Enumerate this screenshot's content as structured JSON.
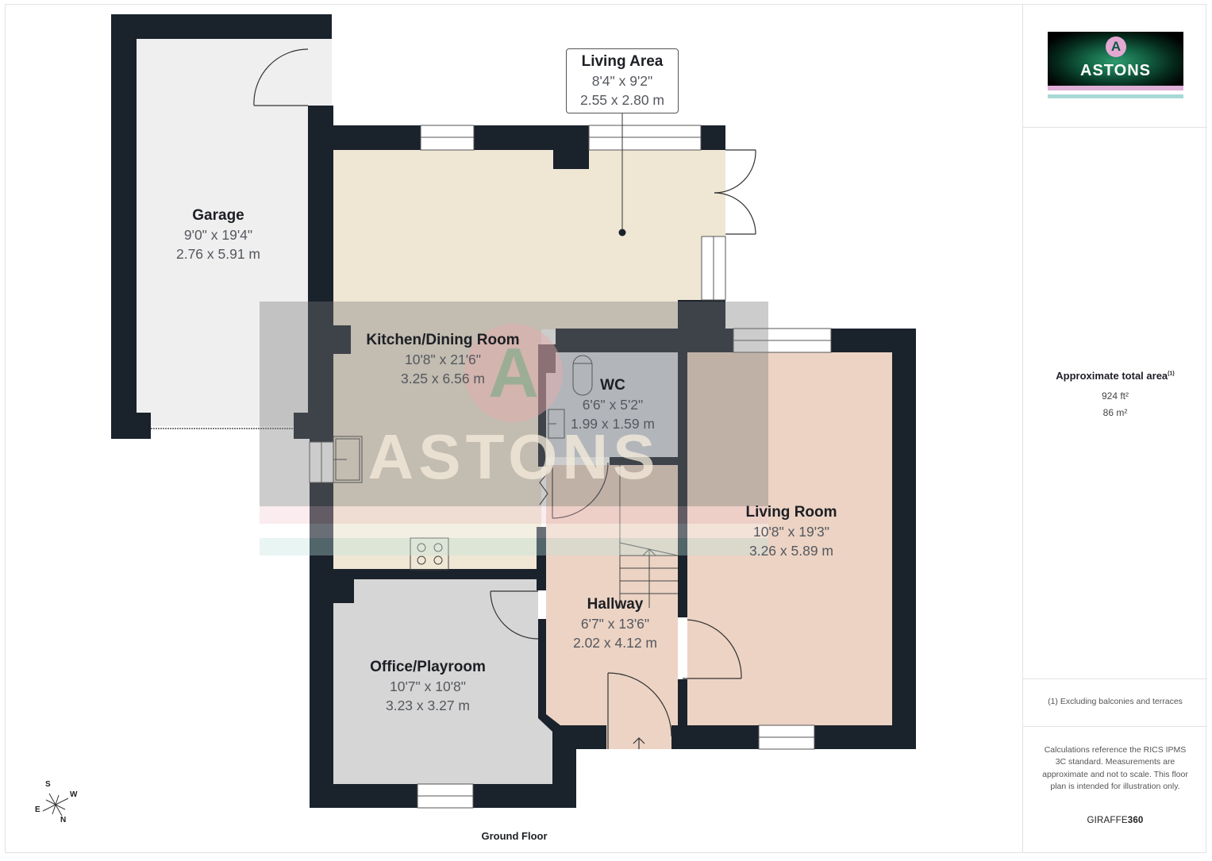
{
  "floor_plan": {
    "floor_label": "Ground Floor",
    "colors": {
      "wall": "#1a222c",
      "garage": "#efefef",
      "living_area": "#efe6d4",
      "kitchen": "#efe6d4",
      "wc": "#d6dbe2",
      "living_room": "#ecd3c4",
      "hallway": "#ecd3c4",
      "office": "#d6d6d6"
    },
    "rooms": [
      {
        "name": "Garage",
        "imperial": "9'0\" x 19'4\"",
        "metric": "2.76 x 5.91 m"
      },
      {
        "name": "Living Area",
        "imperial": "8'4\" x 9'2\"",
        "metric": "2.55 x 2.80 m"
      },
      {
        "name": "Kitchen/Dining Room",
        "imperial": "10'8\" x 21'6\"",
        "metric": "3.25 x 6.56 m"
      },
      {
        "name": "WC",
        "imperial": "6'6\" x 5'2\"",
        "metric": "1.99 x 1.59 m"
      },
      {
        "name": "Living Room",
        "imperial": "10'8\" x 19'3\"",
        "metric": "3.26 x 5.89 m"
      },
      {
        "name": "Hallway",
        "imperial": "6'7\" x 13'6\"",
        "metric": "2.02 x 4.12 m"
      },
      {
        "name": "Office/Playroom",
        "imperial": "10'7\" x 10'8\"",
        "metric": "3.23 x 3.27 m"
      }
    ],
    "compass": {
      "s": "S",
      "w": "W",
      "e": "E",
      "n": "N"
    },
    "watermark": {
      "badge_letter": "A",
      "text": "ASTONS"
    }
  },
  "sidebar": {
    "logo": {
      "badge_letter": "A",
      "text": "ASTONS"
    },
    "area": {
      "title": "Approximate total area",
      "footnote_marker": "(1)",
      "imperial": "924 ft²",
      "metric": "86 m²"
    },
    "note": "(1) Excluding balconies and terraces",
    "disclaimer": "Calculations reference the RICS IPMS 3C standard. Measurements are approximate and not to scale. This floor plan is intended for illustration only.",
    "brand_light": "GIRAFFE",
    "brand_bold": "360"
  }
}
